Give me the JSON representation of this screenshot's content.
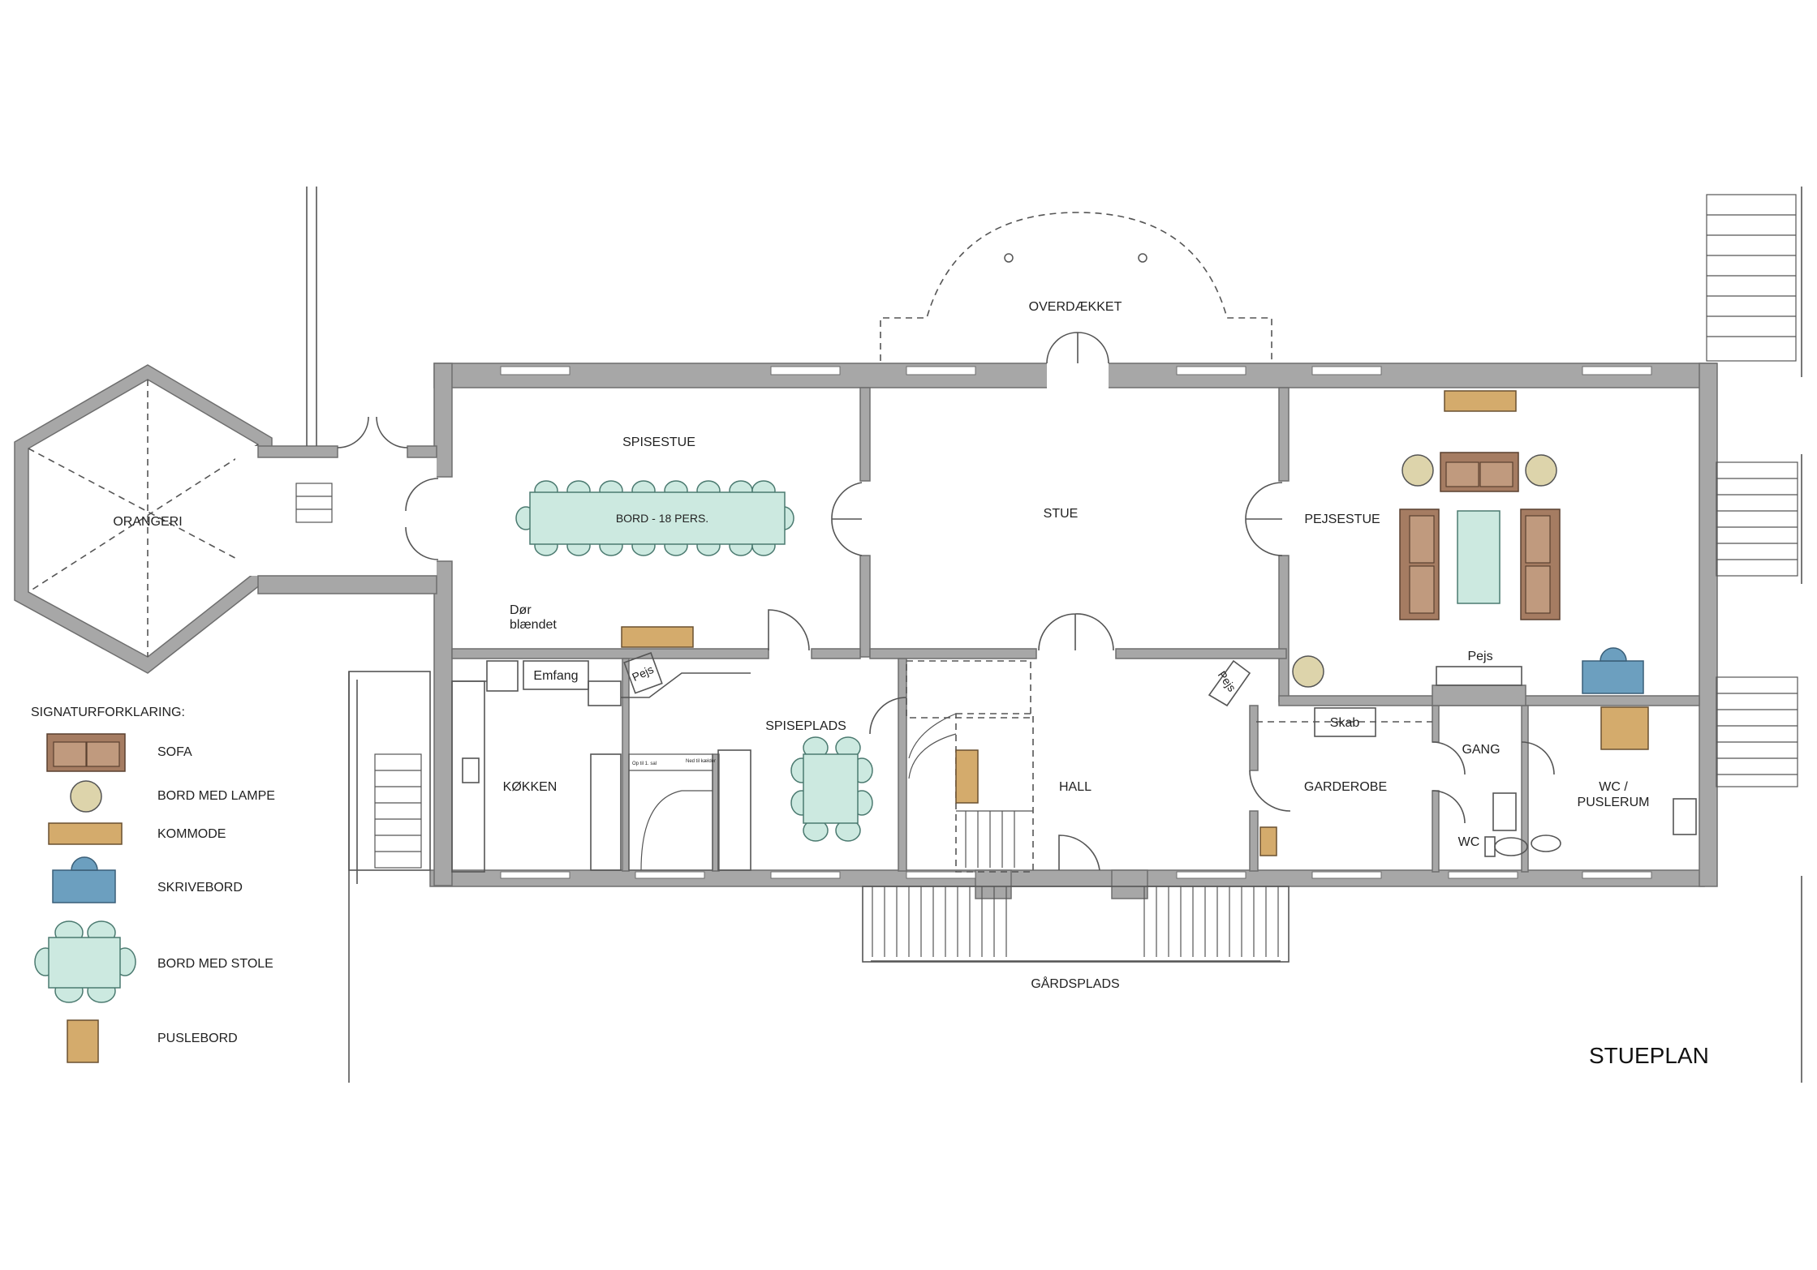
{
  "title": "STUEPLAN",
  "rooms": {
    "orangeri": "ORANGERI",
    "spisestue": "SPISESTUE",
    "bord_18": "BORD - 18 PERS.",
    "stue": "STUE",
    "overdaekket": "OVERDÆKKET",
    "pejsestue": "PEJSESTUE",
    "dor_line1": "Dør",
    "dor_line2": "blændet",
    "emfang": "Emfang",
    "pejs_kitchen": "Pejs",
    "koekken": "KØKKEN",
    "spiseplads": "SPISEPLADS",
    "hall": "HALL",
    "pejs_hall": "Pejs",
    "pejs_stue": "Pejs",
    "skab": "Skab",
    "garderobe": "GARDEROBE",
    "gang": "GANG",
    "wc": "WC",
    "wc_puslerum_line1": "WC /",
    "wc_puslerum_line2": "PUSLERUM",
    "gaardsplads": "GÅRDSPLADS",
    "stair_note1": "Op til 1. sal",
    "stair_note2": "Ned til kælder"
  },
  "legend": {
    "heading": "SIGNATURFORKLARING:",
    "items": [
      {
        "label": "SOFA",
        "icon": "sofa-icon"
      },
      {
        "label": "BORD MED LAMPE",
        "icon": "lamp-table-icon"
      },
      {
        "label": "KOMMODE",
        "icon": "dresser-icon"
      },
      {
        "label": "SKRIVEBORD",
        "icon": "desk-icon"
      },
      {
        "label": "BORD MED STOLE",
        "icon": "table-chairs-icon"
      },
      {
        "label": "PUSLEBORD",
        "icon": "changing-table-icon"
      }
    ]
  },
  "colors": {
    "wall": "#a7a7a7",
    "sofa": "#a57c62",
    "lamp_table": "#ddd4ab",
    "kommode": "#d4ab6c",
    "skrivebord": "#6c9fbf",
    "table": "#cce9e0"
  }
}
